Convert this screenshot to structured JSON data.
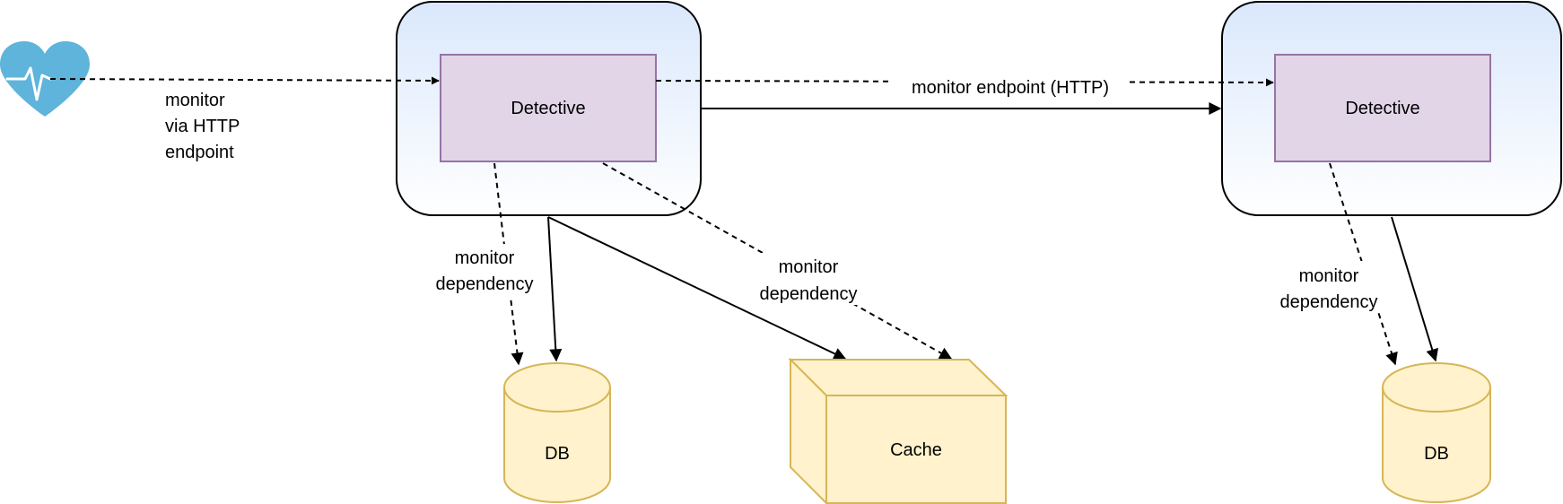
{
  "labels": {
    "left_detective": "Detective",
    "right_detective": "Detective",
    "db_left": "DB",
    "db_right": "DB",
    "cache": "Cache",
    "via_http_line1": "monitor",
    "via_http_line2": "via HTTP",
    "via_http_line3": "endpoint",
    "monitor_endpoint": "monitor endpoint (HTTP)",
    "dep_left_line1": "monitor",
    "dep_left_line2": "dependency",
    "dep_cache_line1": "monitor",
    "dep_cache_line2": "dependency",
    "dep_right_line1": "monitor",
    "dep_right_line2": "dependency"
  },
  "icons": {
    "monitor": "heart-pulse-icon"
  },
  "colors": {
    "service_fill_top": "#ffffff",
    "service_fill_bottom": "#dae8fc",
    "detective_fill": "#e1d5e7",
    "detective_stroke": "#9673a6",
    "storage_fill": "#fff2cc",
    "storage_stroke": "#d6b656",
    "heart": "#5eb4db"
  }
}
